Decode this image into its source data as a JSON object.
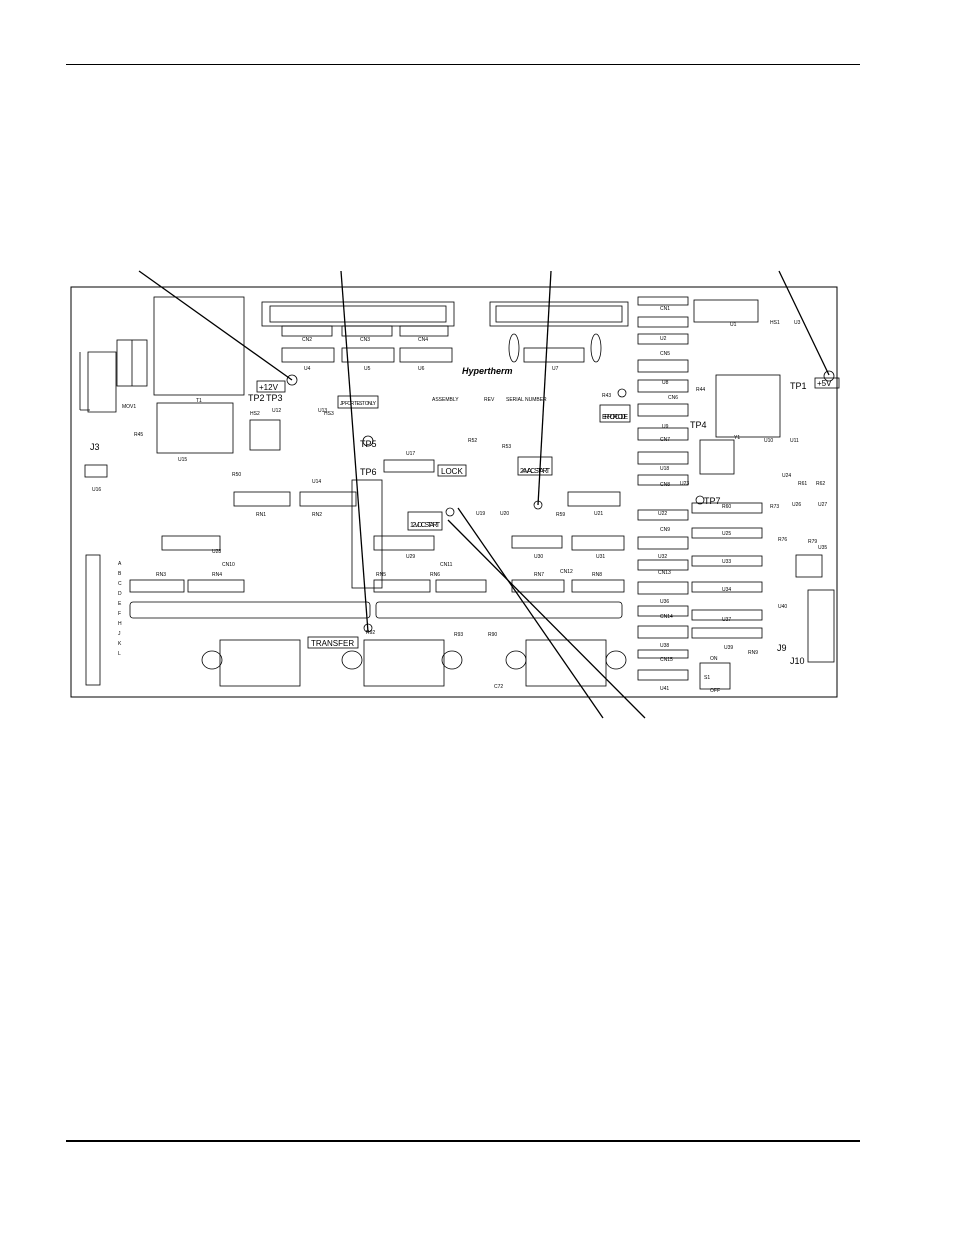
{
  "board": {
    "brand": "Hypertherm",
    "indicators": {
      "plus12v": "+12V",
      "plus5v": "+5V",
      "transfer": "TRANSFER",
      "lock": "LOCK",
      "start24": "24VAC START",
      "start12": "12VDC START",
      "error_code": "ERROR CODE",
      "jp_for_test": "JP FOR TEST ONLY"
    },
    "connectors": {
      "j3": "J3",
      "j9": "J9",
      "j10": "J10"
    },
    "test_points": [
      "TP2",
      "TP3",
      "TP4",
      "TP5",
      "TP6",
      "TP7",
      "TP1"
    ],
    "silk": {
      "assembly": "ASSEMBLY",
      "rev": "REV",
      "serial": "SERIAL NUMBER",
      "on": "ON",
      "off": "OFF"
    },
    "row_letters": [
      "A",
      "B",
      "C",
      "D",
      "E",
      "F",
      "H",
      "J",
      "K",
      "L"
    ],
    "cn_labels": [
      "CN1",
      "CN2",
      "CN3",
      "CN4",
      "CN5",
      "CN6",
      "CN7",
      "CN8",
      "CN9",
      "CN10",
      "CN11",
      "CN12",
      "CN13",
      "CN14",
      "CN15"
    ],
    "u_labels": [
      "U1",
      "U2",
      "U3",
      "U4",
      "U5",
      "U6",
      "U7",
      "U8",
      "U9",
      "U10",
      "U11",
      "U12",
      "U13",
      "U14",
      "U15",
      "U16",
      "U17",
      "U18",
      "U19",
      "U20",
      "U21",
      "U22",
      "U23",
      "U24",
      "U25",
      "U26",
      "U27",
      "U28",
      "U29",
      "U30",
      "U31",
      "U32",
      "U33",
      "U34",
      "U35",
      "U36",
      "U37",
      "U38",
      "U39",
      "U40",
      "U41"
    ],
    "rn_labels": [
      "RN1",
      "RN2",
      "RN3",
      "RN4",
      "RN5",
      "RN6",
      "RN7",
      "RN8",
      "RN9"
    ],
    "misc_labels": [
      "T1",
      "MOV1",
      "HS1",
      "HS2",
      "HS3",
      "S1",
      "Y1",
      "C72",
      "R90",
      "R92",
      "R93",
      "R43",
      "R44",
      "R45",
      "R50",
      "R52",
      "R53",
      "R59",
      "R60",
      "R61",
      "R62",
      "R73",
      "R76",
      "R79"
    ]
  }
}
